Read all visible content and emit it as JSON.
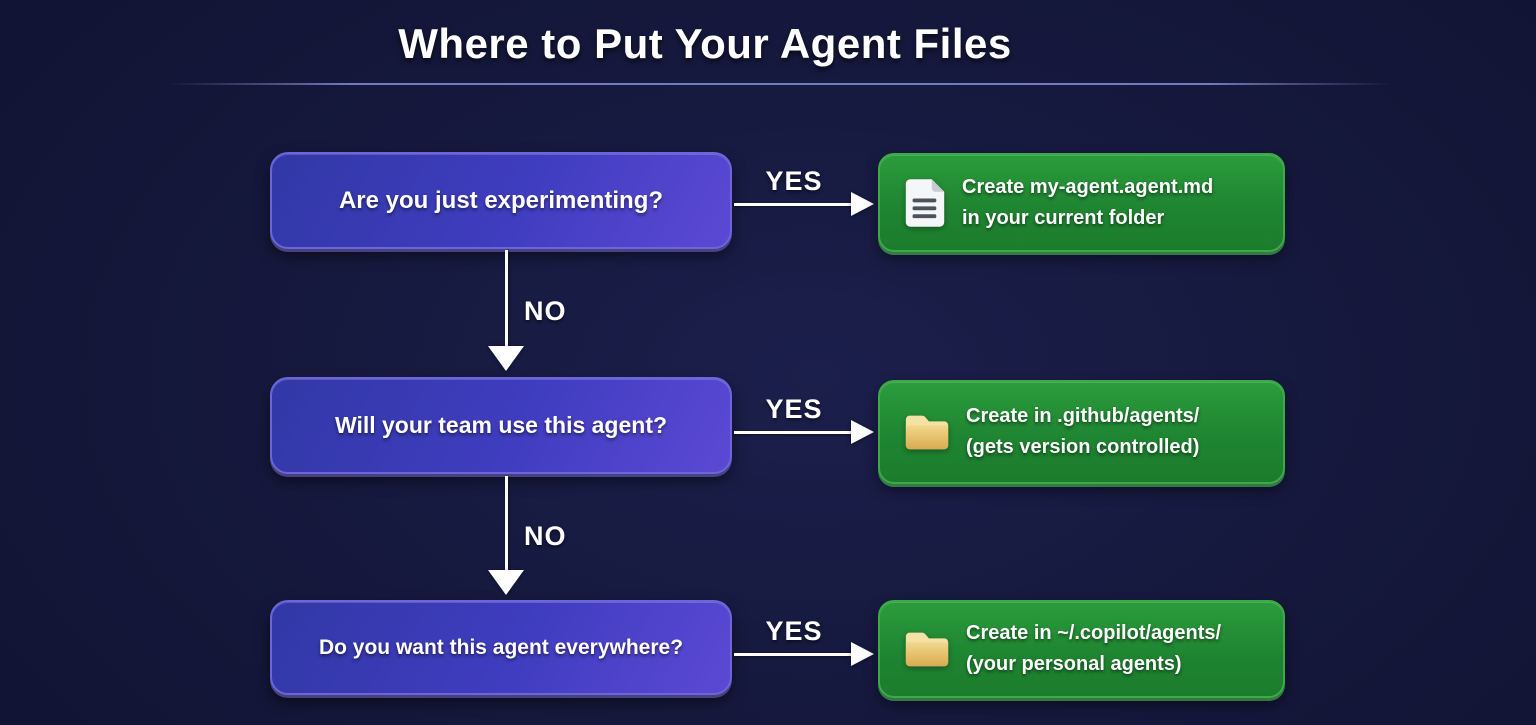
{
  "title": "Where to Put Your Agent Files",
  "colors": {
    "background": "#131538",
    "question_box_gradient_from": "#3138a6",
    "question_box_gradient_to": "#5c49d4",
    "question_box_border": "#6e65db",
    "result_box_gradient_from": "#2b9c3d",
    "result_box_gradient_to": "#1c7c2d",
    "result_box_border": "#3cab45",
    "result_box_bottom_glow": "#54ce5c",
    "arrow": "#ffffff",
    "text": "#ffffff",
    "folder_icon": "#e6c267",
    "document_icon": "#f5f6f8",
    "divider": "#7a80c0"
  },
  "flow": {
    "rows": [
      {
        "question": "Are you just experimenting?",
        "yes_label": "YES",
        "no_label": "NO",
        "result": {
          "icon": "document-icon",
          "line1": "Create my-agent.agent.md",
          "line2": "in your current folder"
        }
      },
      {
        "question": "Will your team use this agent?",
        "yes_label": "YES",
        "no_label": "NO",
        "result": {
          "icon": "folder-icon",
          "line1": "Create in .github/agents/",
          "line2": "(gets version controlled)"
        }
      },
      {
        "question": "Do you want this agent everywhere?",
        "yes_label": "YES",
        "result": {
          "icon": "folder-icon",
          "line1": "Create in ~/.copilot/agents/",
          "line2": "(your personal agents)"
        }
      }
    ]
  }
}
